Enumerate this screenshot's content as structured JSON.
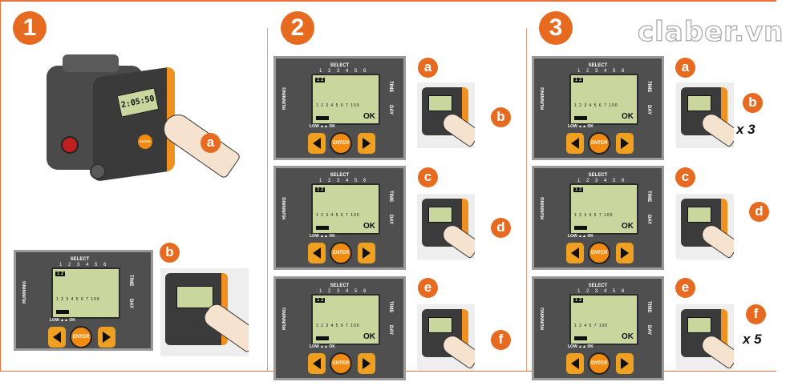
{
  "brand": "claber.vn",
  "steps": [
    {
      "number": "1"
    },
    {
      "number": "2"
    },
    {
      "number": "3"
    }
  ],
  "device": {
    "clock_display": "2:05:50",
    "enter_label": "ENTER"
  },
  "panel": {
    "select_label": "SELECT",
    "program_numbers": "1 2 3 4 5 6",
    "program_selected": "1 2",
    "running_label": "RUNNING",
    "time_label": "TIME",
    "day_label": "DAY",
    "low_ok_label": "LOW ▲▲ OK",
    "ok_label": "OK",
    "enter_label": "ENTER",
    "days_full": "1 2 3 4 5 6 7 100",
    "days_step3_a": "1 2 3 4 5 6 7 100",
    "days_step3_c": "1 2 3 4 5 7 100",
    "days_step3_e": "1 2 4 5 7 100"
  },
  "badges": {
    "s1a": "a",
    "s1b": "b",
    "s2a": "a",
    "s2b": "b",
    "s2c": "c",
    "s2d": "d",
    "s2e": "e",
    "s2f": "f",
    "s3a": "a",
    "s3b": "b",
    "s3c": "c",
    "s3d": "d",
    "s3e": "e",
    "s3f": "f"
  },
  "multipliers": {
    "s3b": "x 3",
    "s3f": "x 5"
  },
  "colors": {
    "accent": "#e66a1f",
    "button_orange": "#f0a020",
    "lcd": "#c9d69e",
    "panel": "#4f4f4f"
  }
}
